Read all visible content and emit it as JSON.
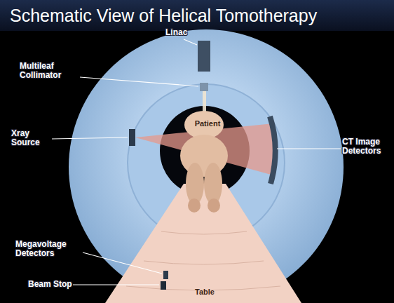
{
  "diagram": {
    "title": "Schematic View of Helical Tomotherapy",
    "labels": [
      "Linac",
      "Multileaf Collimator",
      "Xray Source",
      "Patient",
      "CT Image Detectors",
      "Megavoltage Detectors",
      "Beam Stop",
      "Table"
    ]
  }
}
